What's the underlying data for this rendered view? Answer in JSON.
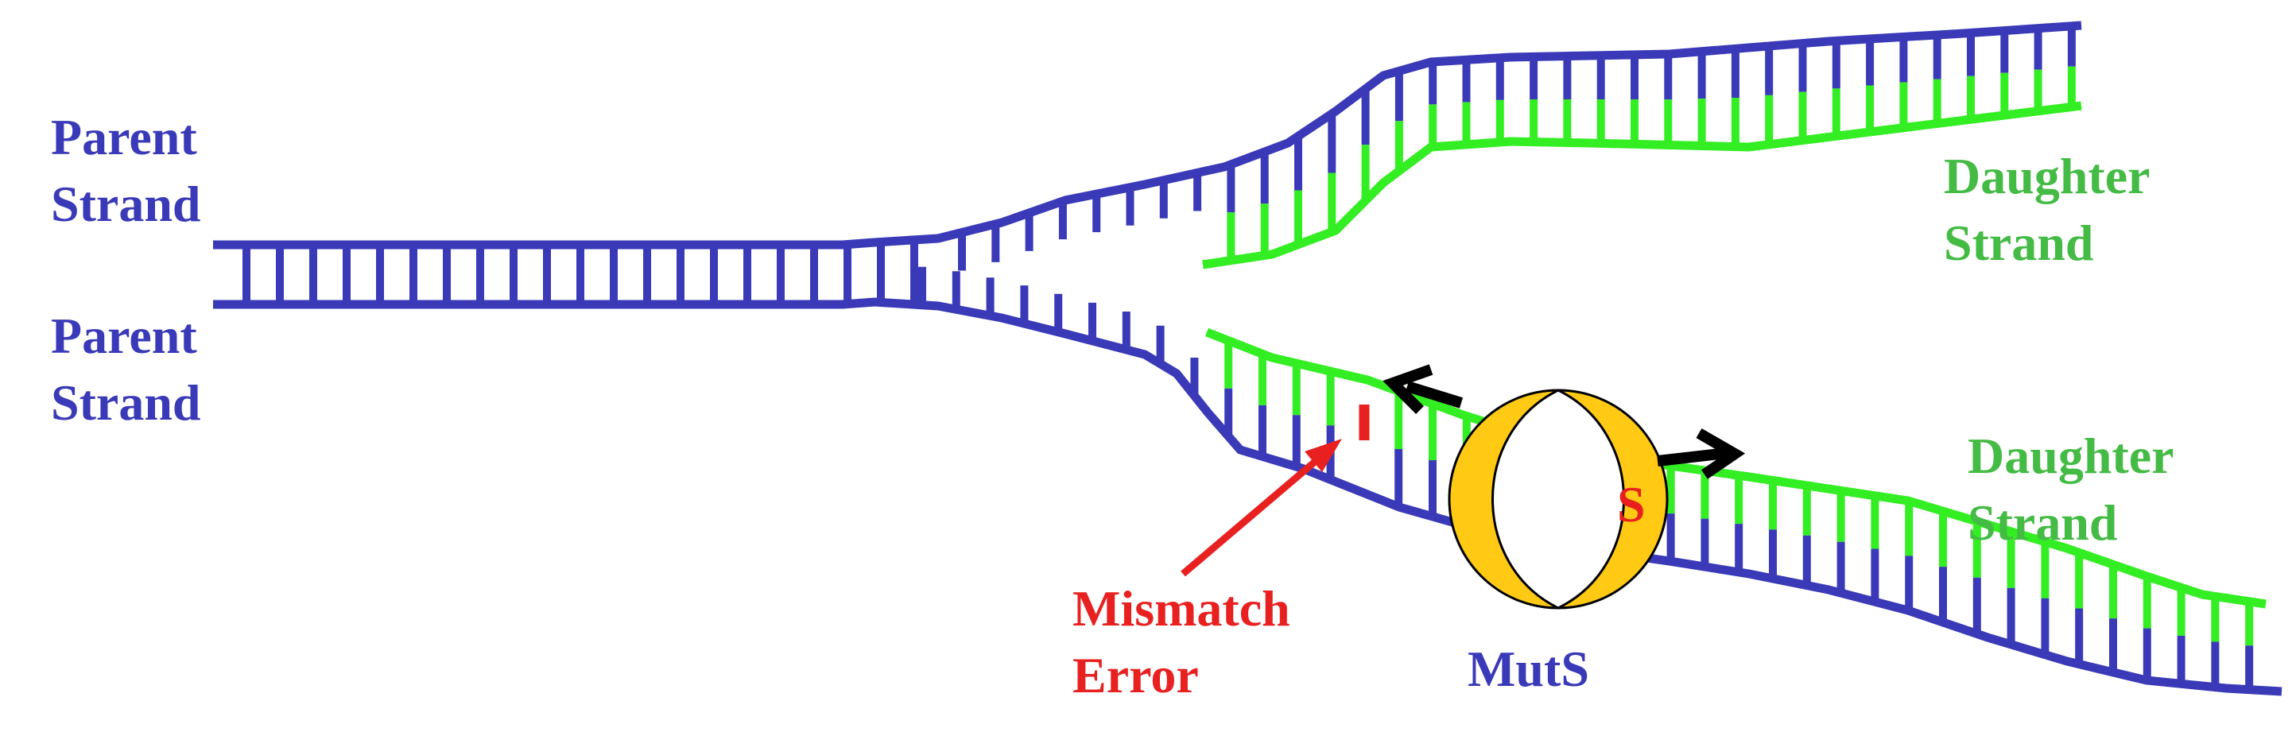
{
  "colors": {
    "parent": "#3a3ab8",
    "daughter": "#33ee22",
    "daughter_label": "#44bb44",
    "mismatch": "#e82020",
    "muts_fill": "#ffc914",
    "arrow": "#000000",
    "background": "#ffffff"
  },
  "labels": {
    "parent_top": [
      "Parent",
      "Strand"
    ],
    "parent_bottom": [
      "Parent",
      "Strand"
    ],
    "daughter_top": [
      "Daughter",
      "Strand"
    ],
    "daughter_bottom": [
      "Daughter",
      "Strand"
    ],
    "mismatch": [
      "Mismatch",
      "Error"
    ],
    "muts": "MutS",
    "muts_symbol": "S"
  }
}
